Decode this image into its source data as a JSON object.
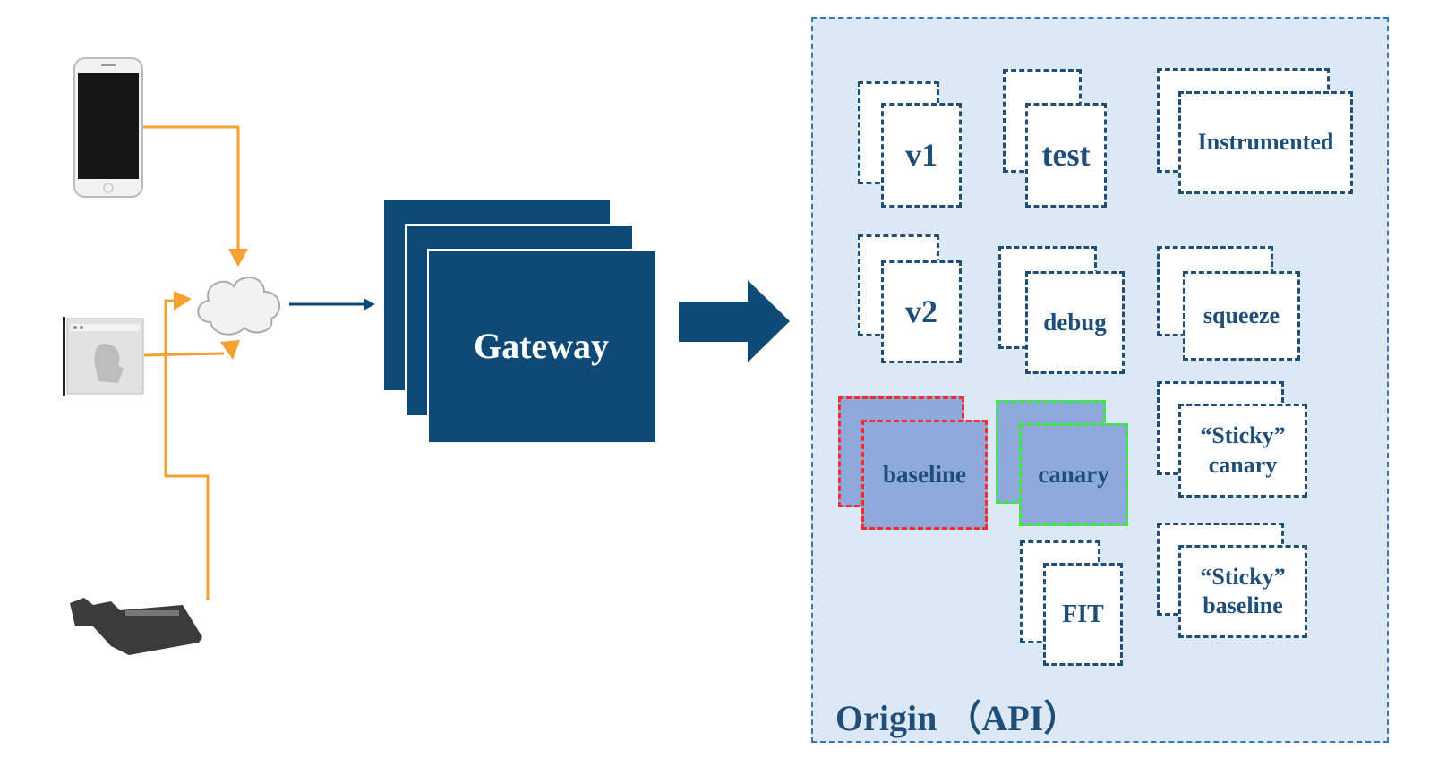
{
  "clients": {
    "icons": [
      "smartphone-icon",
      "browser-window-icon",
      "router-device-icon"
    ],
    "internet_icon": "cloud-icon",
    "connector_color": "#f5a030"
  },
  "gateway": {
    "label": "Gateway",
    "color": "#0e4a75"
  },
  "origin": {
    "label": "Origin （API）",
    "background": "#dde8f5",
    "services": [
      {
        "label": "v1"
      },
      {
        "label": "test"
      },
      {
        "label": "Instrumented"
      },
      {
        "label": "v2"
      },
      {
        "label": "debug"
      },
      {
        "label": "squeeze"
      },
      {
        "label": "baseline",
        "highlight": "#ff2a2a"
      },
      {
        "label": "canary",
        "highlight": "#33ee33"
      },
      {
        "label": "“Sticky” canary"
      },
      {
        "label": "FIT"
      },
      {
        "label": "“Sticky” baseline"
      }
    ]
  }
}
